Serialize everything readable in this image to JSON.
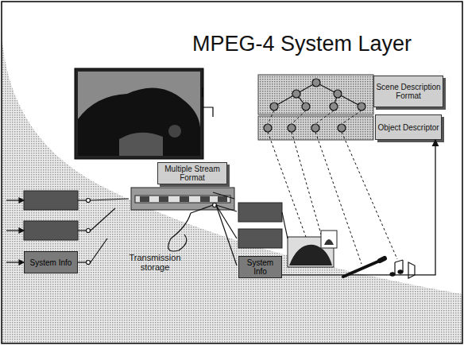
{
  "diagram": {
    "title": "MPEG-4 System Layer",
    "nodes": [
      {
        "text": [
          "Scene Description Format"
        ]
      },
      {
        "text": [
          "Object Descriptor"
        ]
      },
      {
        "text": [
          "Multiple Stream Format"
        ]
      },
      {
        "text": [
          "System Info"
        ]
      },
      {
        "text": [
          "System Info"
        ]
      }
    ],
    "edges": [
      {
        "from": 4,
        "to": 1,
        "arrow": "to"
      }
    ],
    "labels": [
      "Transmission storage"
    ]
  }
}
